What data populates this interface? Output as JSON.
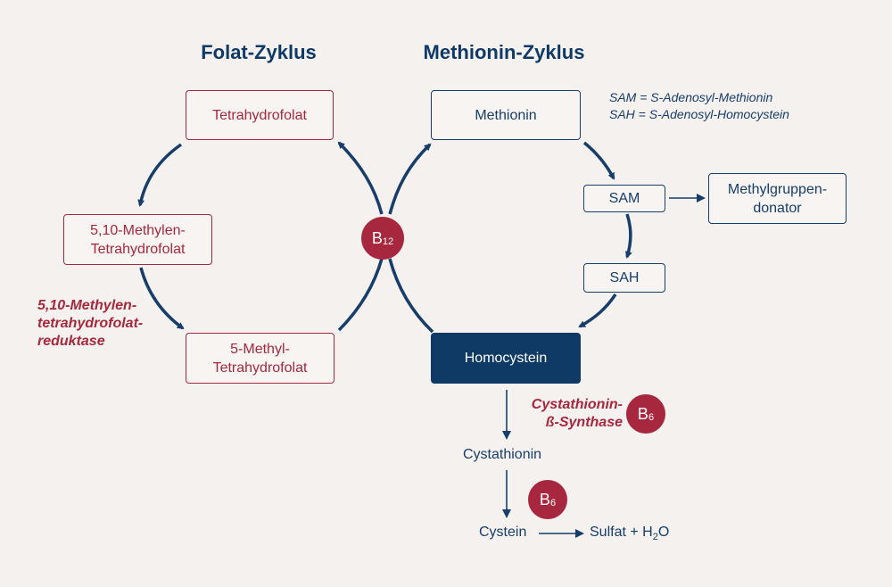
{
  "titles": {
    "folate_cycle": "Folat-Zyklus",
    "methionine_cycle": "Methionin-Zyklus"
  },
  "folate": {
    "thf": "Tetrahydrofolat",
    "methylene_thf_line1": "5,10-Methylen-",
    "methylene_thf_line2": "Tetrahydrofolat",
    "methyl_thf_line1": "5-Methyl-",
    "methyl_thf_line2": "Tetrahydrofolat",
    "enzyme_line1": "5,10-Methylen-",
    "enzyme_line2": "tetrahydrofolat-",
    "enzyme_line3": "reduktase"
  },
  "methionine": {
    "methionine": "Methionin",
    "sam": "SAM",
    "sah": "SAH",
    "homocysteine": "Homocystein",
    "methyl_donor_line1": "Methylgruppen-",
    "methyl_donor_line2": "donator"
  },
  "notes": {
    "sam_def": "SAM = S-Adenosyl-Methionin",
    "sah_def": "SAH = S-Adenosyl-Homocystein"
  },
  "transsulfuration": {
    "enzyme_line1": "Cystathionin-",
    "enzyme_line2": "ß-Synthase",
    "cystathionine": "Cystathionin",
    "cysteine": "Cystein",
    "sulfate_prefix": "Sulfat + H",
    "sulfate_sub": "2",
    "sulfate_suffix": "O"
  },
  "badges": {
    "b12_letter": "B",
    "b12_sub": "12",
    "b6_letter": "B",
    "b6_sub": "6"
  },
  "colors": {
    "navy": "#0f3a66",
    "crimson": "#a7283e",
    "background": "#f4f1ee"
  }
}
